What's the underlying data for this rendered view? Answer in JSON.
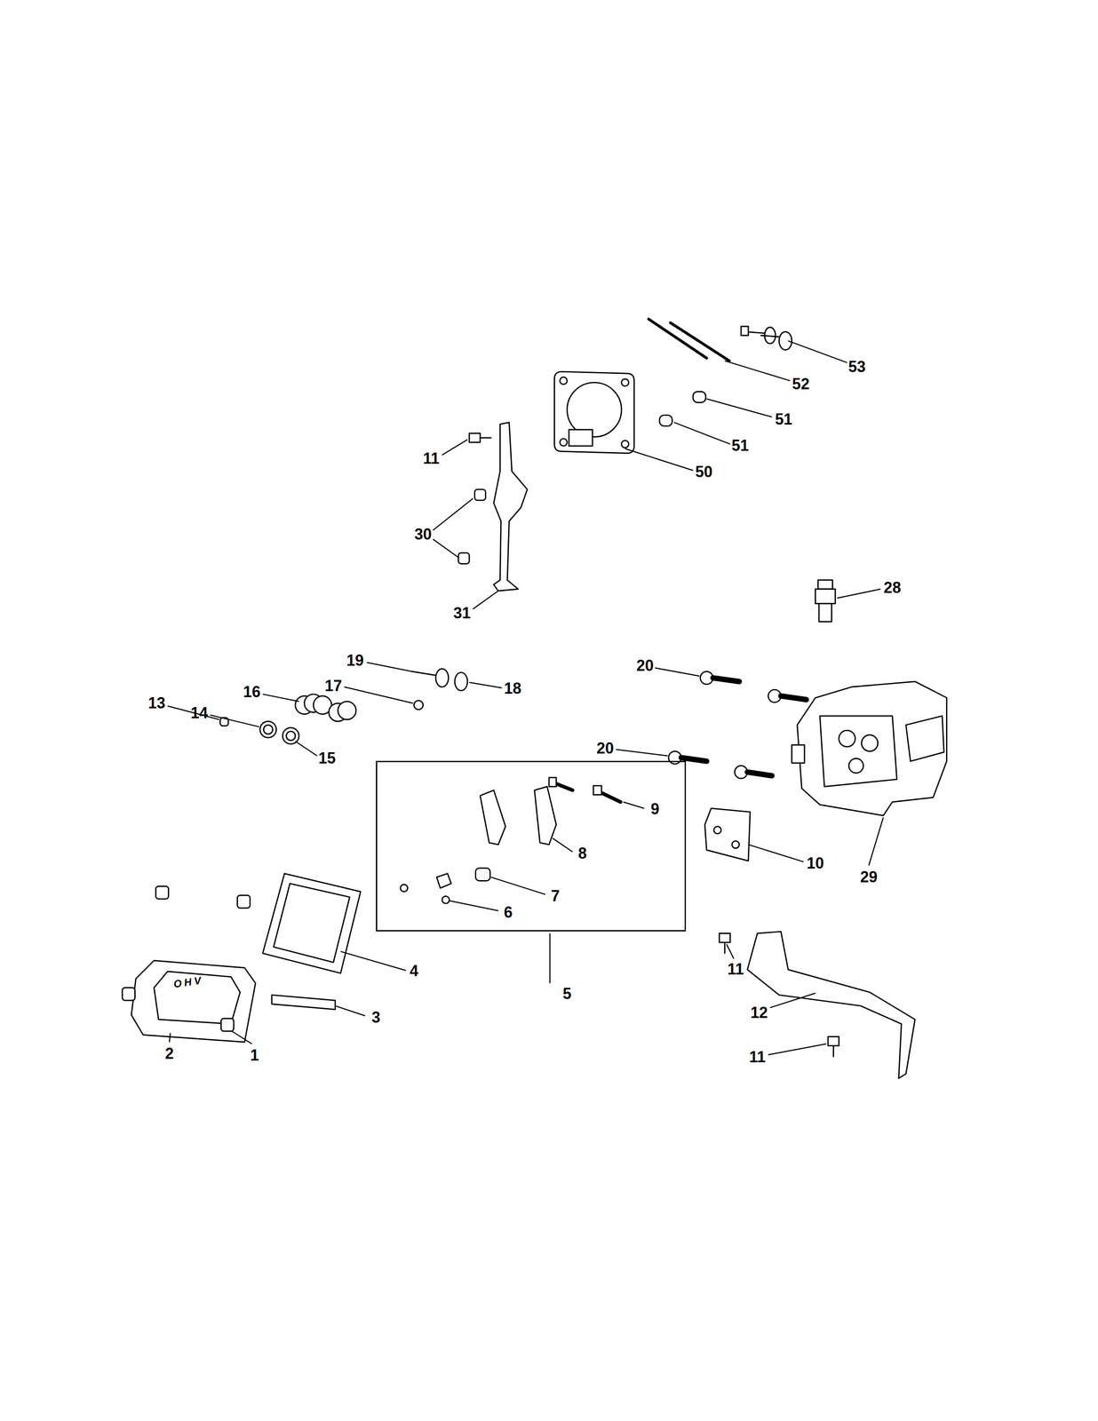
{
  "diagram": {
    "nodes": [
      {
        "text": [
          "9",
          "8",
          "7",
          "6",
          "5"
        ]
      }
    ],
    "labels": [
      "53",
      "52",
      "51",
      "51",
      "50",
      "11",
      "30",
      "31",
      "28",
      "19",
      "18",
      "17",
      "16",
      "14",
      "13",
      "15",
      "20",
      "20",
      "10",
      "29",
      "4",
      "3",
      "2",
      "1",
      "11",
      "12",
      "11",
      "OHV"
    ]
  }
}
